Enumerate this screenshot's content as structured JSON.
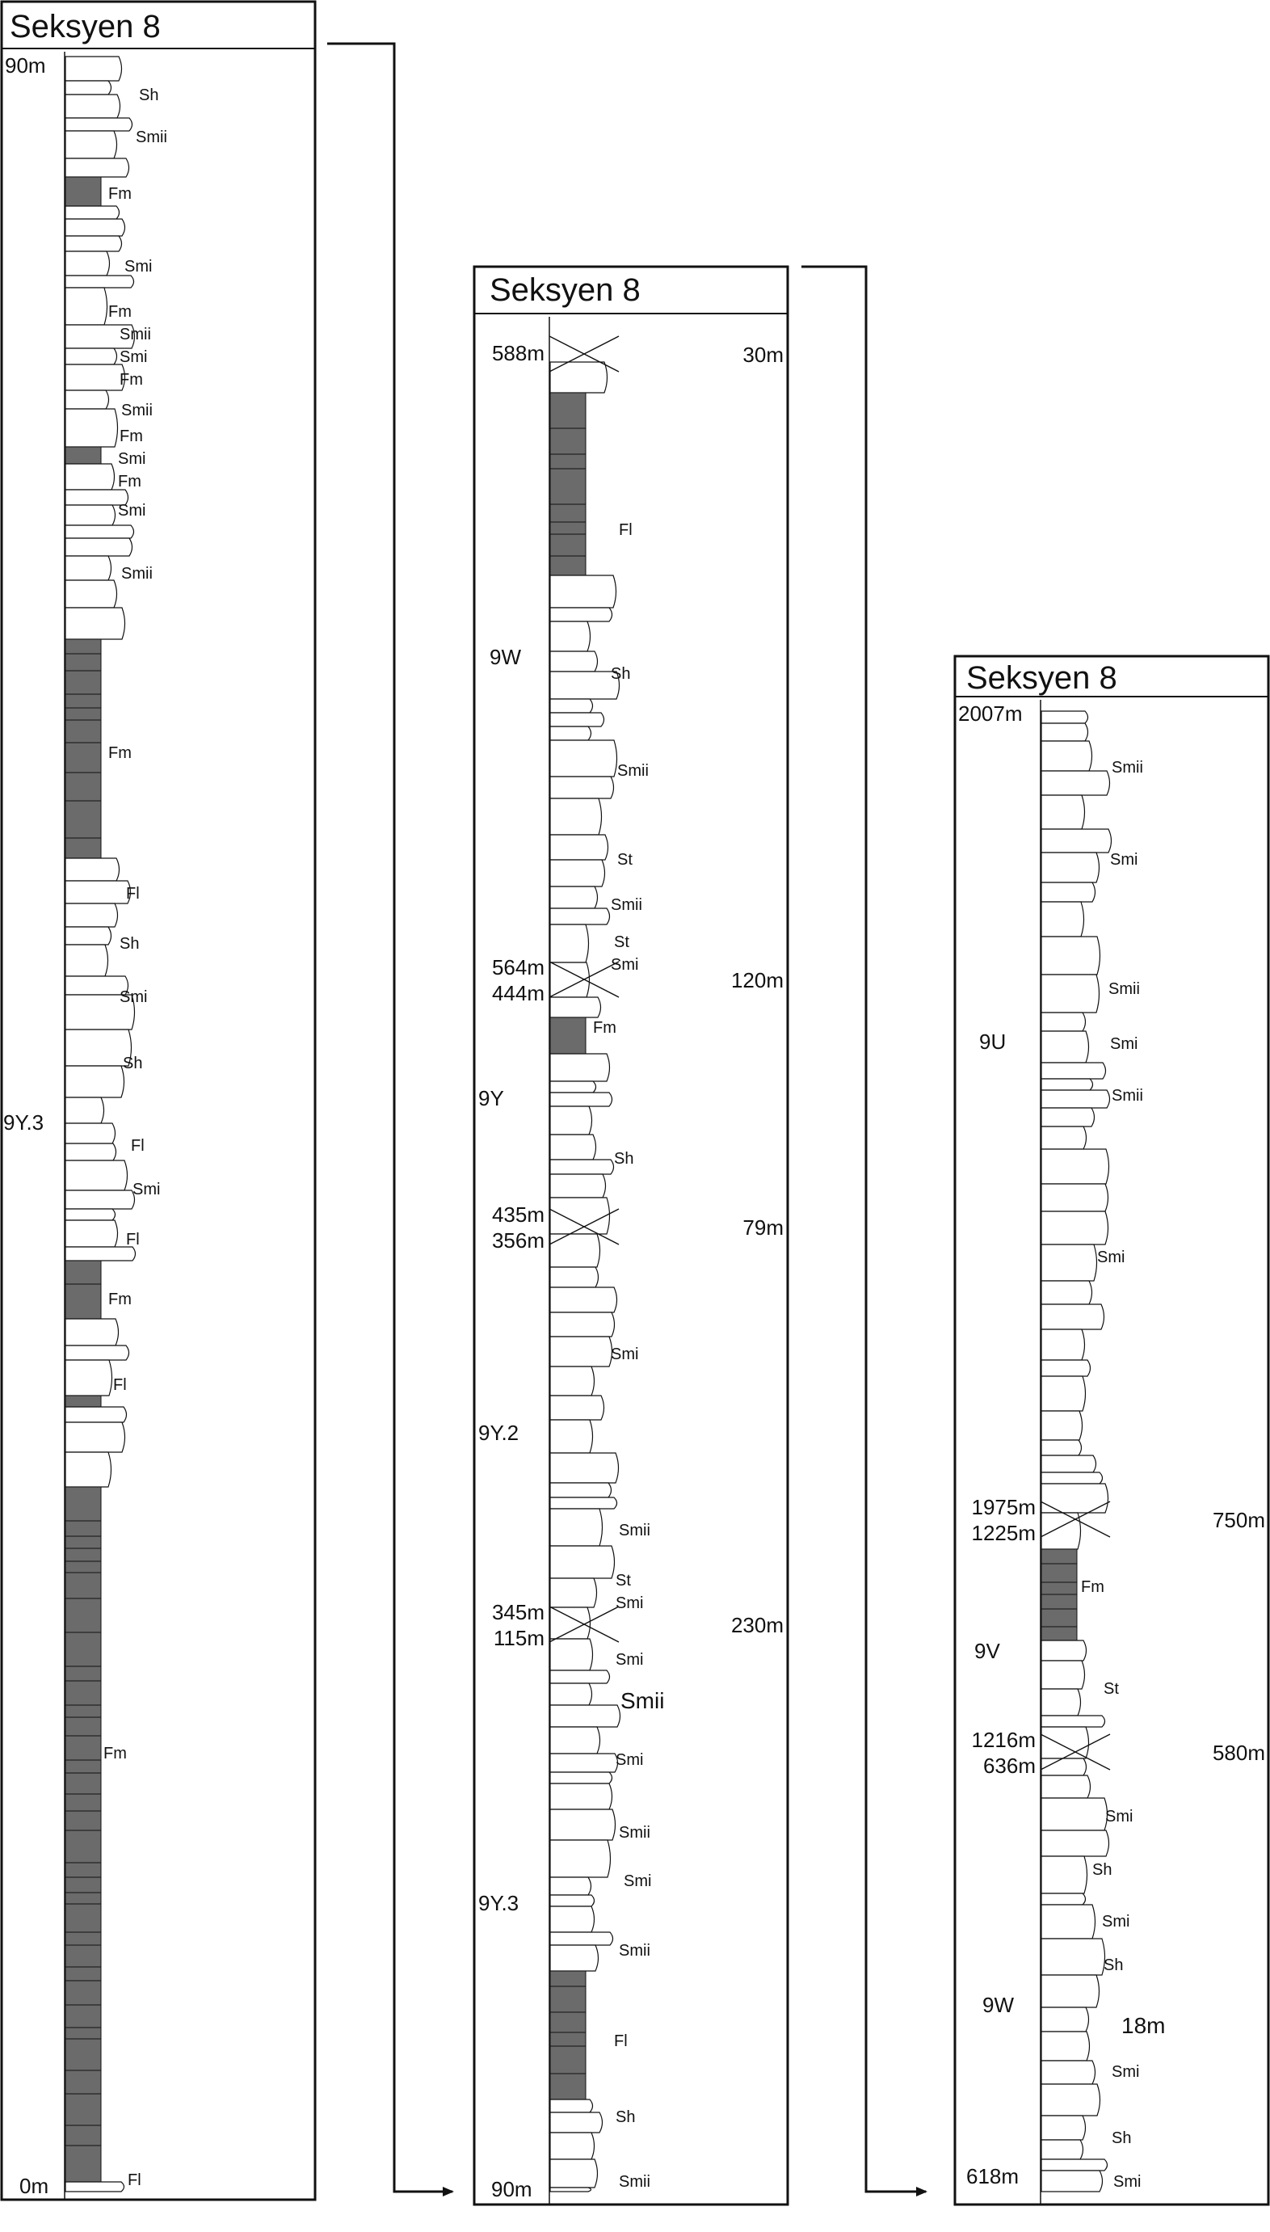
{
  "colors": {
    "mud": "#6b6b6b",
    "sand": "#ffffff",
    "line": "#111111"
  },
  "panels": [
    {
      "id": "p1",
      "title": "Seksyen 8",
      "top_label": "90m",
      "bottom_label": "0m",
      "units": [
        {
          "label": "9Y.3"
        }
      ],
      "facies": [
        "Sh",
        "Smii",
        "Fm",
        "Smi",
        "Fm",
        "Smii",
        "Smi",
        "Fm",
        "Smii",
        "Fm",
        "Smi",
        "Fm",
        "Smi",
        "Smii",
        "Fm",
        "Fl",
        "Sh",
        "Smi",
        "Sh",
        "Fl",
        "Smi",
        "Fl",
        "Fm",
        "Fl",
        "Fm",
        "Fl"
      ],
      "marks": []
    },
    {
      "id": "p2",
      "title": "Seksyen 8",
      "top_label": "",
      "bottom_label": "90m",
      "units": [
        {
          "label": "9W"
        },
        {
          "label": "9Y"
        },
        {
          "label": "9Y.2"
        },
        {
          "label": "9Y.3"
        }
      ],
      "facies": [
        "Fl",
        "Sh",
        "Smii",
        "St",
        "Smii",
        "St",
        "Smi",
        "Fm",
        "Sh",
        "Smi",
        "Smii",
        "St",
        "Smi",
        "Smi",
        "Smii",
        "Smi",
        "Smii",
        "Smi",
        "Smii",
        "Fl",
        "Sh",
        "Smii"
      ],
      "marks": [
        {
          "above": "588m",
          "below": "",
          "gap": "30m"
        },
        {
          "above": "564m",
          "below": "444m",
          "gap": "120m"
        },
        {
          "above": "435m",
          "below": "356m",
          "gap": "79m"
        },
        {
          "above": "345m",
          "below": "115m",
          "gap": "230m"
        }
      ]
    },
    {
      "id": "p3",
      "title": "Seksyen 8",
      "top_label": "2007m",
      "bottom_label": "618m",
      "units": [
        {
          "label": "9U"
        },
        {
          "label": "9V"
        },
        {
          "label": "9W"
        }
      ],
      "facies": [
        "Smii",
        "Smi",
        "Smii",
        "Smi",
        "Smii",
        "Smi",
        "Fm",
        "St",
        "Smi",
        "Sh",
        "Smi",
        "Sh",
        "18m",
        "Smi",
        "Sh",
        "Smi"
      ],
      "marks": [
        {
          "above": "1975m",
          "below": "1225m",
          "gap": "750m"
        },
        {
          "above": "1216m",
          "below": "636m",
          "gap": "580m"
        }
      ]
    }
  ]
}
